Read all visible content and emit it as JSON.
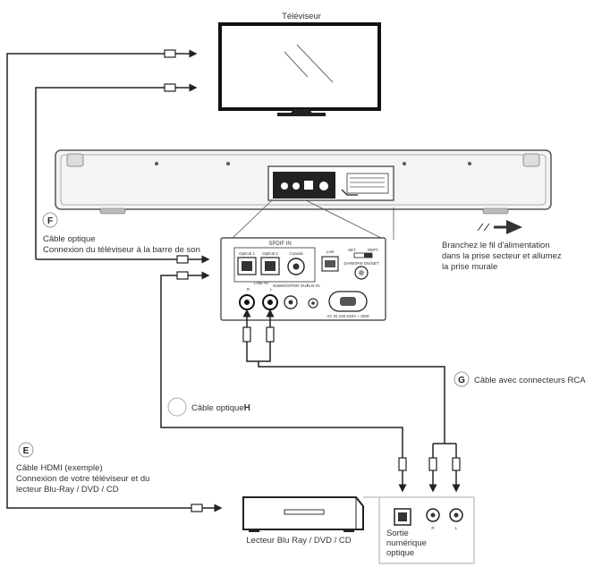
{
  "tv": {
    "label": "Téléviseur"
  },
  "soundbar": {
    "panel_inputs_title": "SPDIF IN",
    "optical1": "Optical 1",
    "optical2": "Optical 2",
    "coaxial": "Coaxial",
    "lan": "LAN",
    "line_in": "LINE IN",
    "subwoofer_out": "SUBWOOFER OUT",
    "aux_in": "AUX IN",
    "r": "R",
    "l": "L",
    "set": "SET",
    "rept": "REPT",
    "dark_mode": "DARK/PW ON/SET",
    "ac_in": "AC IN 100-240V ~ 50W"
  },
  "cable_f": {
    "letter": "F",
    "title": "Câble optique",
    "desc": "Connexion du téléviseur à la barre de son"
  },
  "cable_g": {
    "letter": "G",
    "title": "Câble avec connecteurs RCA"
  },
  "cable_h": {
    "title": "Câble optique",
    "letter": "H"
  },
  "cable_e": {
    "letter": "E",
    "title": "Câble HDMI (exemple)",
    "desc1": "Connexion de votre téléviseur et du",
    "desc2": "lecteur Blu-Ray / DVD / CD"
  },
  "power": {
    "line1": "Branchez le fil d'alimentation",
    "line2": "dans la prise secteur et allumez",
    "line3": "la prise murale"
  },
  "player": {
    "label": "Lecteur Blu Ray / DVD / CD",
    "out_line1": "Sortie",
    "out_line2": "numérique",
    "out_line3": "optique",
    "r": "R",
    "l": "L"
  }
}
